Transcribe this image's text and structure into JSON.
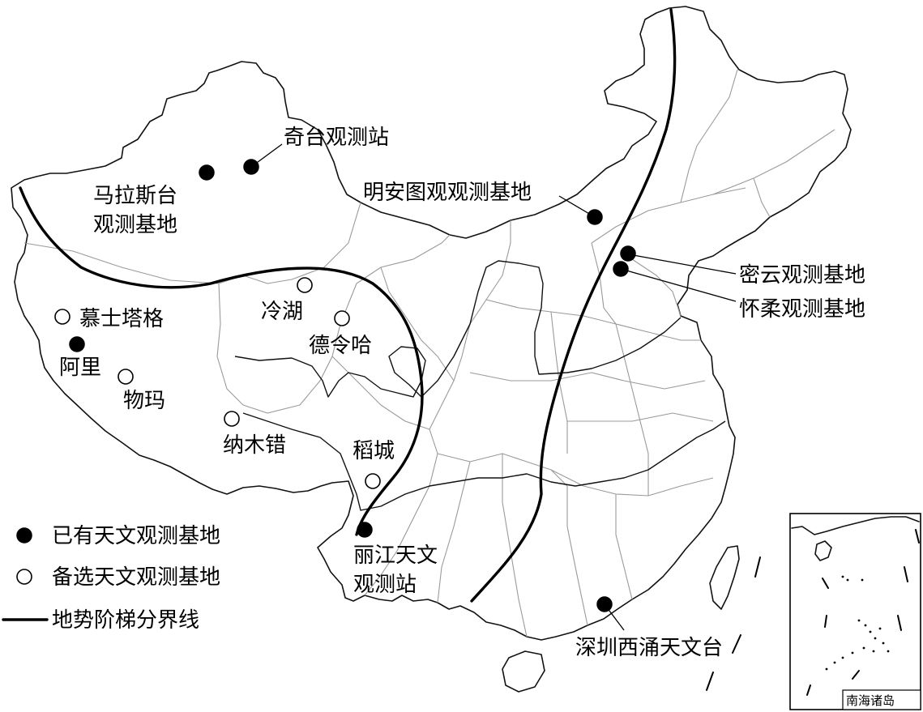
{
  "map": {
    "existing_sites": [
      {
        "id": "qitai",
        "label": "奇台观测站"
      },
      {
        "id": "malasitai",
        "label": "马拉斯台",
        "label2": "观测基地"
      },
      {
        "id": "minganta",
        "label": "明安图观观测基地"
      },
      {
        "id": "miyun",
        "label": "密云观测基地"
      },
      {
        "id": "huairou",
        "label": "怀柔观测基地"
      },
      {
        "id": "ali",
        "label": "阿里"
      },
      {
        "id": "lijiang",
        "label": "丽江天文",
        "label2": "观测站"
      },
      {
        "id": "shenzhen",
        "label": "深圳西涌天文台"
      }
    ],
    "candidate_sites": [
      {
        "id": "mushitage",
        "label": "慕士塔格"
      },
      {
        "id": "lenghu",
        "label": "冷湖"
      },
      {
        "id": "delingha",
        "label": "德令哈"
      },
      {
        "id": "wuma",
        "label": "物玛"
      },
      {
        "id": "namucuo",
        "label": "纳木错"
      },
      {
        "id": "daocheng",
        "label": "稻城"
      }
    ],
    "legend": {
      "existing": "已有天文观测基地",
      "candidate": "备选天文观测基地",
      "boundary": "地势阶梯分界线"
    },
    "inset": {
      "title": "南海诸岛"
    }
  }
}
